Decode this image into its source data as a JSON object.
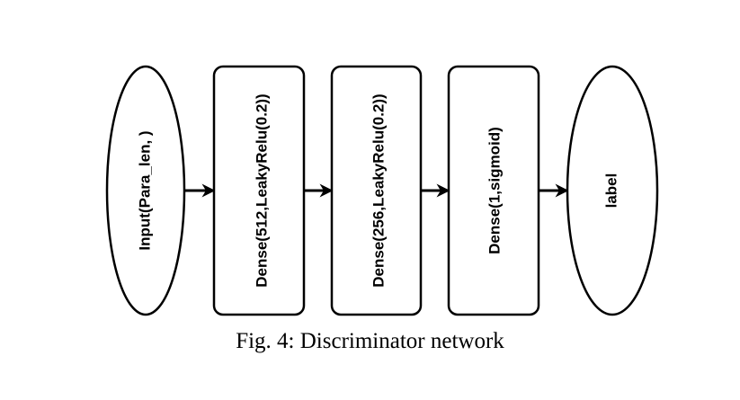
{
  "diagram": {
    "nodes": [
      {
        "id": "input",
        "shape": "ellipse",
        "label": "Input(Para_len, )"
      },
      {
        "id": "dense1",
        "shape": "rounded-rect",
        "label": "Dense(512,LeakyRelu(0.2))"
      },
      {
        "id": "dense2",
        "shape": "rounded-rect",
        "label": "Dense(256,LeakyRelu(0.2))"
      },
      {
        "id": "dense3",
        "shape": "rounded-rect",
        "label": "Dense(1,sigmoid)"
      },
      {
        "id": "output",
        "shape": "ellipse",
        "label": "label"
      }
    ],
    "edges": [
      {
        "from": "input",
        "to": "dense1"
      },
      {
        "from": "dense1",
        "to": "dense2"
      },
      {
        "from": "dense2",
        "to": "dense3"
      },
      {
        "from": "dense3",
        "to": "output"
      }
    ],
    "stroke_color": "#000000",
    "fill_color": "#ffffff"
  },
  "caption": "Fig. 4: Discriminator network"
}
